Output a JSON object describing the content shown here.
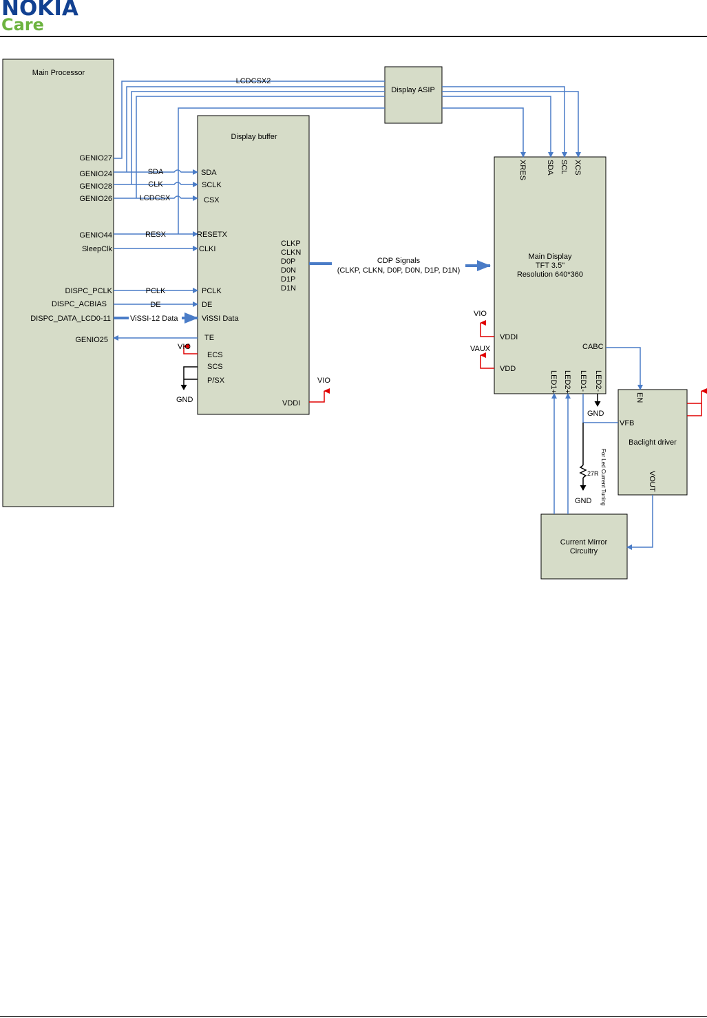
{
  "header": {
    "logo_nokia": "NOKIA",
    "logo_care": "Care"
  },
  "colors": {
    "signal": "#4a7cc7",
    "power": "#e00000",
    "block_fill": "#d6dcc8",
    "nokia_blue": "#124191",
    "care_green": "#6cb33f"
  },
  "blocks": {
    "main_processor": "Main Processor",
    "display_asip": "Display ASIP",
    "display_buffer": "Display buffer",
    "main_display": [
      "Main Display",
      "TFT 3.5\"",
      "Resolution 640*360"
    ],
    "backlight_driver": "Baclight driver",
    "current_mirror": [
      "Current Mirror",
      "Circuitry"
    ]
  },
  "processor_pins": {
    "genio27": "GENIO27",
    "genio24": "GENIO24",
    "genio28": "GENIO28",
    "genio26": "GENIO26",
    "genio44": "GENIO44",
    "sleepclk": "SleepClk",
    "dispc_pclk": "DISPC_PCLK",
    "dispc_acbias": "DISPC_ACBIAS",
    "dispc_data": "DISPC_DATA_LCD0-11",
    "genio25": "GENIO25"
  },
  "net_labels": {
    "lcdcsx2": "LCDCSX2",
    "sda": "SDA",
    "clk": "CLK",
    "lcdcsx": "LCDCSX",
    "resx": "RESX",
    "pclk": "PCLK",
    "de": "DE",
    "vissi12": "ViSSI-12 Data",
    "cdp_title": "CDP Signals",
    "cdp_list": "(CLKP, CLKN, D0P, D0N, D1P, D1N)"
  },
  "buffer_pins": {
    "sda": "SDA",
    "sclk": "SCLK",
    "csx": "CSX",
    "resetx": "RESETX",
    "clki": "CLKI",
    "pclk": "PCLK",
    "de": "DE",
    "vissi": "ViSSI Data",
    "te": "TE",
    "ecs": "ECS",
    "scs": "SCS",
    "psx": "P/SX",
    "vddi": "VDDI",
    "clkp": "CLKP",
    "clkn": "CLKN",
    "d0p": "D0P",
    "d0n": "D0N",
    "d1p": "D1P",
    "d1n": "D1N"
  },
  "display_pins": {
    "xres": "XRES",
    "sda": "SDA",
    "scl": "SCL",
    "xcs": "XCS",
    "vddi": "VDDI",
    "vdd": "VDD",
    "cabc": "CABC",
    "led1p": "LED1+",
    "led2p": "LED2+",
    "led1m": "LED1-",
    "led2m": "LED2-"
  },
  "backlight_pins": {
    "en": "EN",
    "vfb": "VFB",
    "vout": "VOUT"
  },
  "rails": {
    "vio_buffer_ecs": "VIO",
    "vio_buffer_vddi": "VIO",
    "vio_display": "VIO",
    "vaux": "VAUX",
    "gnd_buffer": "GND",
    "gnd_led2": "GND",
    "gnd_resistor": "GND"
  },
  "resistor": {
    "value": "27R",
    "note": "For Led Current Tuning"
  }
}
